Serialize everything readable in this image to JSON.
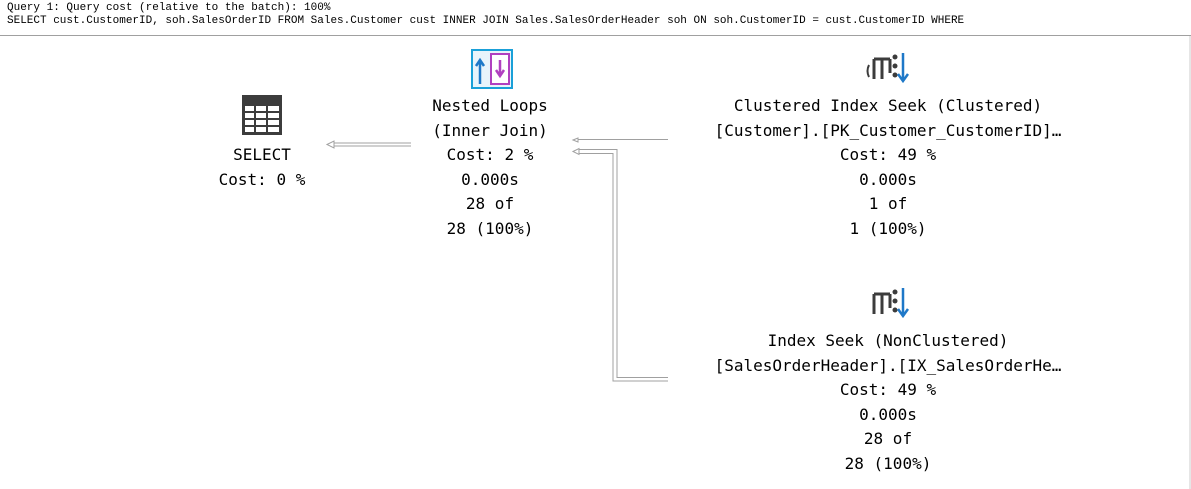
{
  "header": {
    "line1": "Query 1: Query cost (relative to the batch): 100%",
    "line2": "SELECT cust.CustomerID, soh.SalesOrderID FROM Sales.Customer cust INNER JOIN Sales.SalesOrderHeader soh ON soh.CustomerID = cust.CustomerID WHERE"
  },
  "nodes": {
    "select": {
      "icon": "select-table-icon",
      "line1": "SELECT",
      "line2": "Cost: 0 %"
    },
    "nested_loops": {
      "icon": "nested-loops-icon",
      "line1": "Nested Loops",
      "line2": "(Inner Join)",
      "line3": "Cost: 2 %",
      "line4": "0.000s",
      "line5": "28 of",
      "line6": "28 (100%)"
    },
    "clustered_seek": {
      "icon": "clustered-index-seek-icon",
      "line1": "Clustered Index Seek (Clustered)",
      "line2": "[Customer].[PK_Customer_CustomerID]…",
      "line3": "Cost: 49 %",
      "line4": "0.000s",
      "line5": "1 of",
      "line6": "1 (100%)"
    },
    "index_seek": {
      "icon": "index-seek-icon",
      "line1": "Index Seek (NonClustered)",
      "line2": "[SalesOrderHeader].[IX_SalesOrderHe…",
      "line3": "Cost: 49 %",
      "line4": "0.000s",
      "line5": "28 of",
      "line6": "28 (100%)"
    }
  },
  "colors": {
    "connector": "#a0a0a0",
    "icon_dark": "#3c3c3c",
    "icon_blue": "#1e78c8",
    "icon_purple": "#b040c0",
    "icon_cyan": "#1aa0d8"
  }
}
